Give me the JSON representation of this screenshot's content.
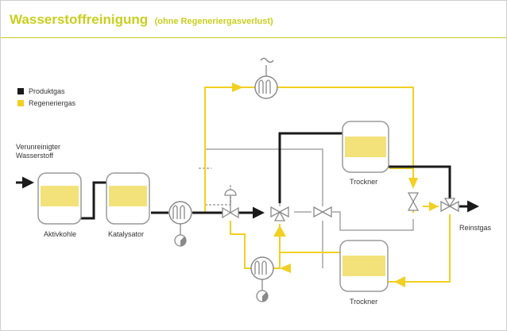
{
  "header": {
    "title": "Wasserstoffreinigung",
    "subtitle": "(ohne Regeneriergasverlust)"
  },
  "legend": [
    {
      "label": "Produktgas",
      "color": "#1a1a1a"
    },
    {
      "label": "Regeneriergas",
      "color": "#f2d022"
    }
  ],
  "labels": {
    "input": [
      "Verunreinigter",
      "Wasserstoff"
    ],
    "aktivkohle": "Aktivkohle",
    "katalysator": "Katalysator",
    "trockner_top": "Trockner",
    "trockner_bottom": "Trockner",
    "output": "Reinstgas"
  },
  "colors": {
    "accent": "#c9cf1e",
    "product": "#1a1a1a",
    "regen": "#f2d022",
    "vessel_fill": "#f3e27a",
    "gray": "#a6a6a6"
  }
}
